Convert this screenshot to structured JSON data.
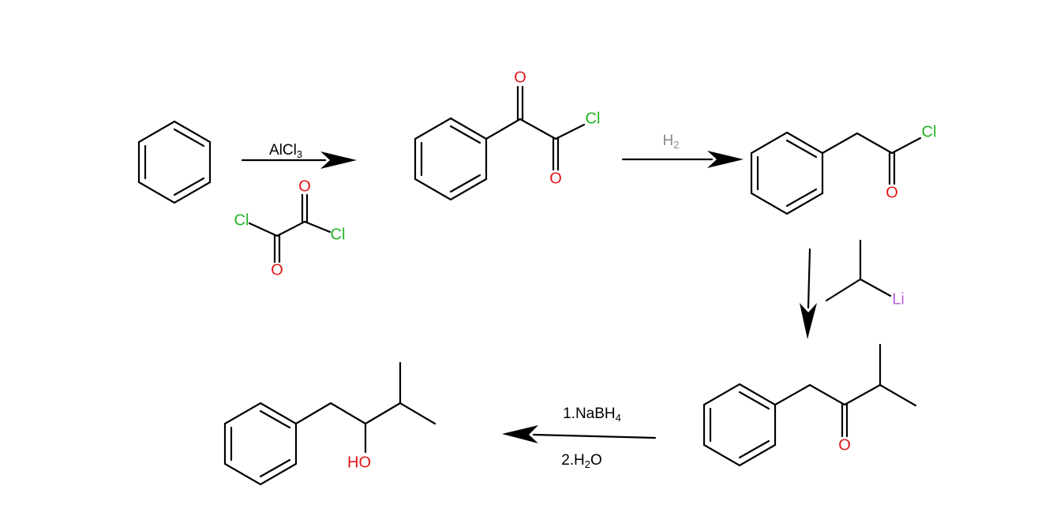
{
  "colors": {
    "bond": "#000000",
    "oxygen": "#e11414",
    "chlorine": "#22b322",
    "lithium": "#c060d8",
    "hydrogen_reagent": "#8a8a8a"
  },
  "atoms": {
    "O": "O",
    "Cl": "Cl",
    "Li": "Li",
    "HO": "HO"
  },
  "reagents": {
    "step1_main": "AlCl",
    "step1_sub": "3",
    "step2_main": "H",
    "step2_sub": "2",
    "step4_line1_main": "1.NaBH",
    "step4_line1_sub": "4",
    "step4_line2_a": "2.H",
    "step4_line2_sub": "2",
    "step4_line2_b": "O"
  },
  "icons": {
    "reaction_arrow": "reaction-arrow-icon"
  }
}
